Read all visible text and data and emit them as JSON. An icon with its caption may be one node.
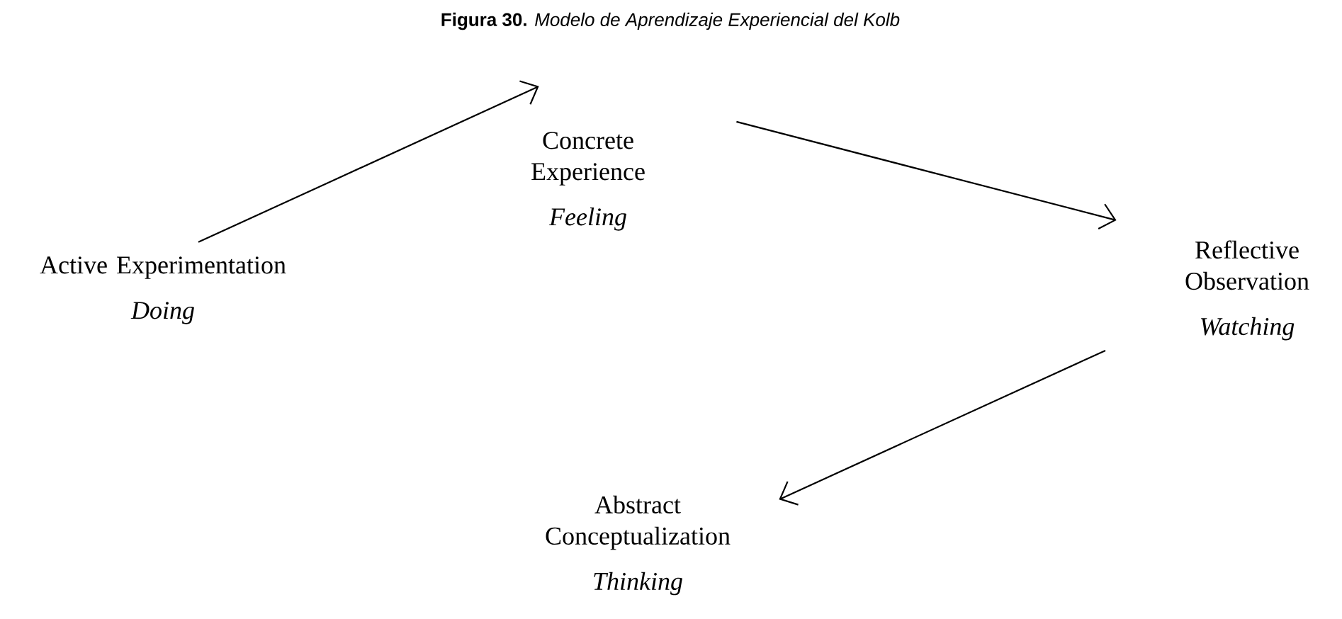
{
  "diagram": {
    "title": "**Figura 30.** *Modelo de Aprendizaje Experiencial del Kolb*",
    "nodes": [
      {
        "text": [
          "Active Experimentation",
          "Doing"
        ]
      },
      {
        "text": [
          "Concrete Experience",
          "Feeling"
        ]
      },
      {
        "text": [
          "Reflective Observation",
          "Watching"
        ]
      },
      {
        "text": [
          "Abstract Conceptualization",
          "Thinking"
        ]
      }
    ],
    "edges": [
      {
        "from": 0,
        "to": 1,
        "arrow": "to"
      },
      {
        "from": 1,
        "to": 2,
        "arrow": "to"
      },
      {
        "from": 2,
        "to": 3,
        "arrow": "to"
      }
    ]
  }
}
